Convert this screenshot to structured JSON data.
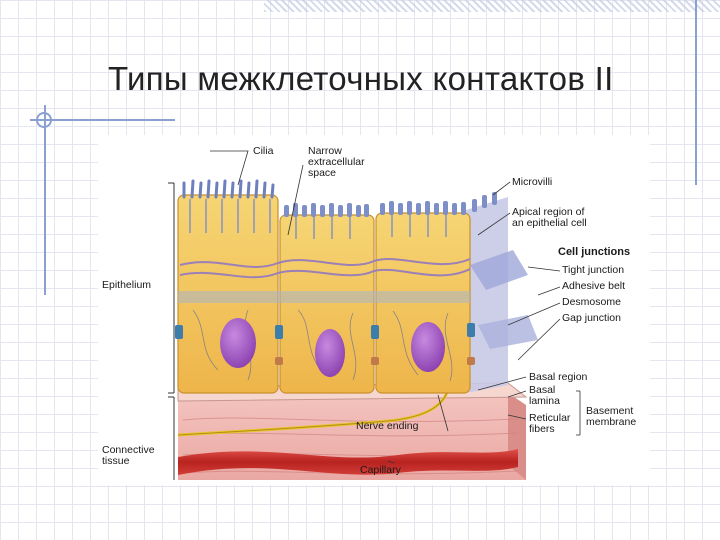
{
  "slide": {
    "title": "Типы межклеточных контактов II"
  },
  "diagram": {
    "labels": {
      "cilia": "Cilia",
      "narrow_space": "Narrow\nextracellular\nspace",
      "microvilli": "Microvilli",
      "apical_region": "Apical region of\nan epithelial cell",
      "cell_junctions": "Cell junctions",
      "tight_junction": "Tight junction",
      "adhesive_belt": "Adhesive belt",
      "desmosome": "Desmosome",
      "gap_junction": "Gap junction",
      "epithelium": "Epithelium",
      "basal_region": "Basal region",
      "basal_lamina": "Basal\nlamina",
      "reticular_fibers": "Reticular\nfibers",
      "basement_membrane": "Basement\nmembrane",
      "nerve_ending": "Nerve ending",
      "connective_tissue": "Connective\ntissue",
      "capillary": "Capillary"
    }
  },
  "colors": {
    "accent_lines": "#8aa0cf",
    "cell_body": "#f2c557",
    "nucleus": "#a25bc4",
    "connective_tissue": "#f1b8b4",
    "capillary": "#c9302c",
    "nerve": "#e9c431",
    "microvilli": "#7d8fc6"
  }
}
